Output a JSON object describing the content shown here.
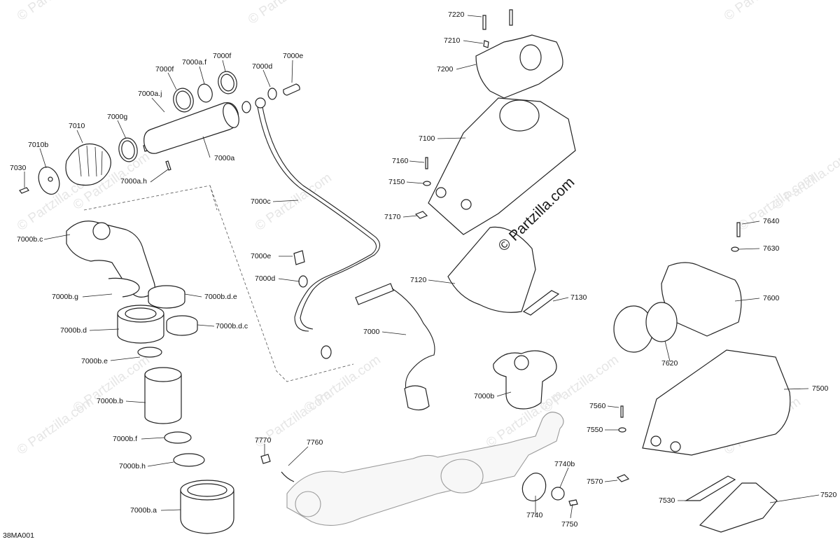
{
  "diagram_code": "38MA001",
  "watermark": "© Partzilla.com",
  "callouts": [
    {
      "id": "c-7220",
      "label": "7220"
    },
    {
      "id": "c-7210",
      "label": "7210"
    },
    {
      "id": "c-7200",
      "label": "7200"
    },
    {
      "id": "c-7100",
      "label": "7100"
    },
    {
      "id": "c-7160",
      "label": "7160"
    },
    {
      "id": "c-7150",
      "label": "7150"
    },
    {
      "id": "c-7170",
      "label": "7170"
    },
    {
      "id": "c-7120",
      "label": "7120"
    },
    {
      "id": "c-7130",
      "label": "7130"
    },
    {
      "id": "c-7640",
      "label": "7640"
    },
    {
      "id": "c-7630",
      "label": "7630"
    },
    {
      "id": "c-7600",
      "label": "7600"
    },
    {
      "id": "c-7620",
      "label": "7620"
    },
    {
      "id": "c-7500",
      "label": "7500"
    },
    {
      "id": "c-7560",
      "label": "7560"
    },
    {
      "id": "c-7550",
      "label": "7550"
    },
    {
      "id": "c-7570",
      "label": "7570"
    },
    {
      "id": "c-7530",
      "label": "7530"
    },
    {
      "id": "c-7520",
      "label": "7520"
    },
    {
      "id": "c-7000f-a",
      "label": "7000f"
    },
    {
      "id": "c-7000af",
      "label": "7000a.f"
    },
    {
      "id": "c-7000f-b",
      "label": "7000f"
    },
    {
      "id": "c-7000e-top",
      "label": "7000e"
    },
    {
      "id": "c-7000d-top",
      "label": "7000d"
    },
    {
      "id": "c-7000aj",
      "label": "7000a.j"
    },
    {
      "id": "c-7010",
      "label": "7010"
    },
    {
      "id": "c-7000g",
      "label": "7000g"
    },
    {
      "id": "c-7010b",
      "label": "7010b"
    },
    {
      "id": "c-7030",
      "label": "7030"
    },
    {
      "id": "c-7000a",
      "label": "7000a"
    },
    {
      "id": "c-7000ah",
      "label": "7000a.h"
    },
    {
      "id": "c-7000c",
      "label": "7000c"
    },
    {
      "id": "c-7000bc",
      "label": "7000b.c"
    },
    {
      "id": "c-7000e-mid",
      "label": "7000e"
    },
    {
      "id": "c-7000d-mid",
      "label": "7000d"
    },
    {
      "id": "c-7000bg",
      "label": "7000b.g"
    },
    {
      "id": "c-7000bde",
      "label": "7000b.d.e"
    },
    {
      "id": "c-7000bd",
      "label": "7000b.d"
    },
    {
      "id": "c-7000bdc",
      "label": "7000b.d.c"
    },
    {
      "id": "c-7000",
      "label": "7000"
    },
    {
      "id": "c-7000be",
      "label": "7000b.e"
    },
    {
      "id": "c-7000bb",
      "label": "7000b.b"
    },
    {
      "id": "c-7000b",
      "label": "7000b"
    },
    {
      "id": "c-7000bf",
      "label": "7000b.f"
    },
    {
      "id": "c-7000bh",
      "label": "7000b.h"
    },
    {
      "id": "c-7000ba",
      "label": "7000b.a"
    },
    {
      "id": "c-7770",
      "label": "7770"
    },
    {
      "id": "c-7760",
      "label": "7760"
    },
    {
      "id": "c-7740b",
      "label": "7740b"
    },
    {
      "id": "c-7740",
      "label": "7740"
    },
    {
      "id": "c-7750",
      "label": "7750"
    }
  ]
}
